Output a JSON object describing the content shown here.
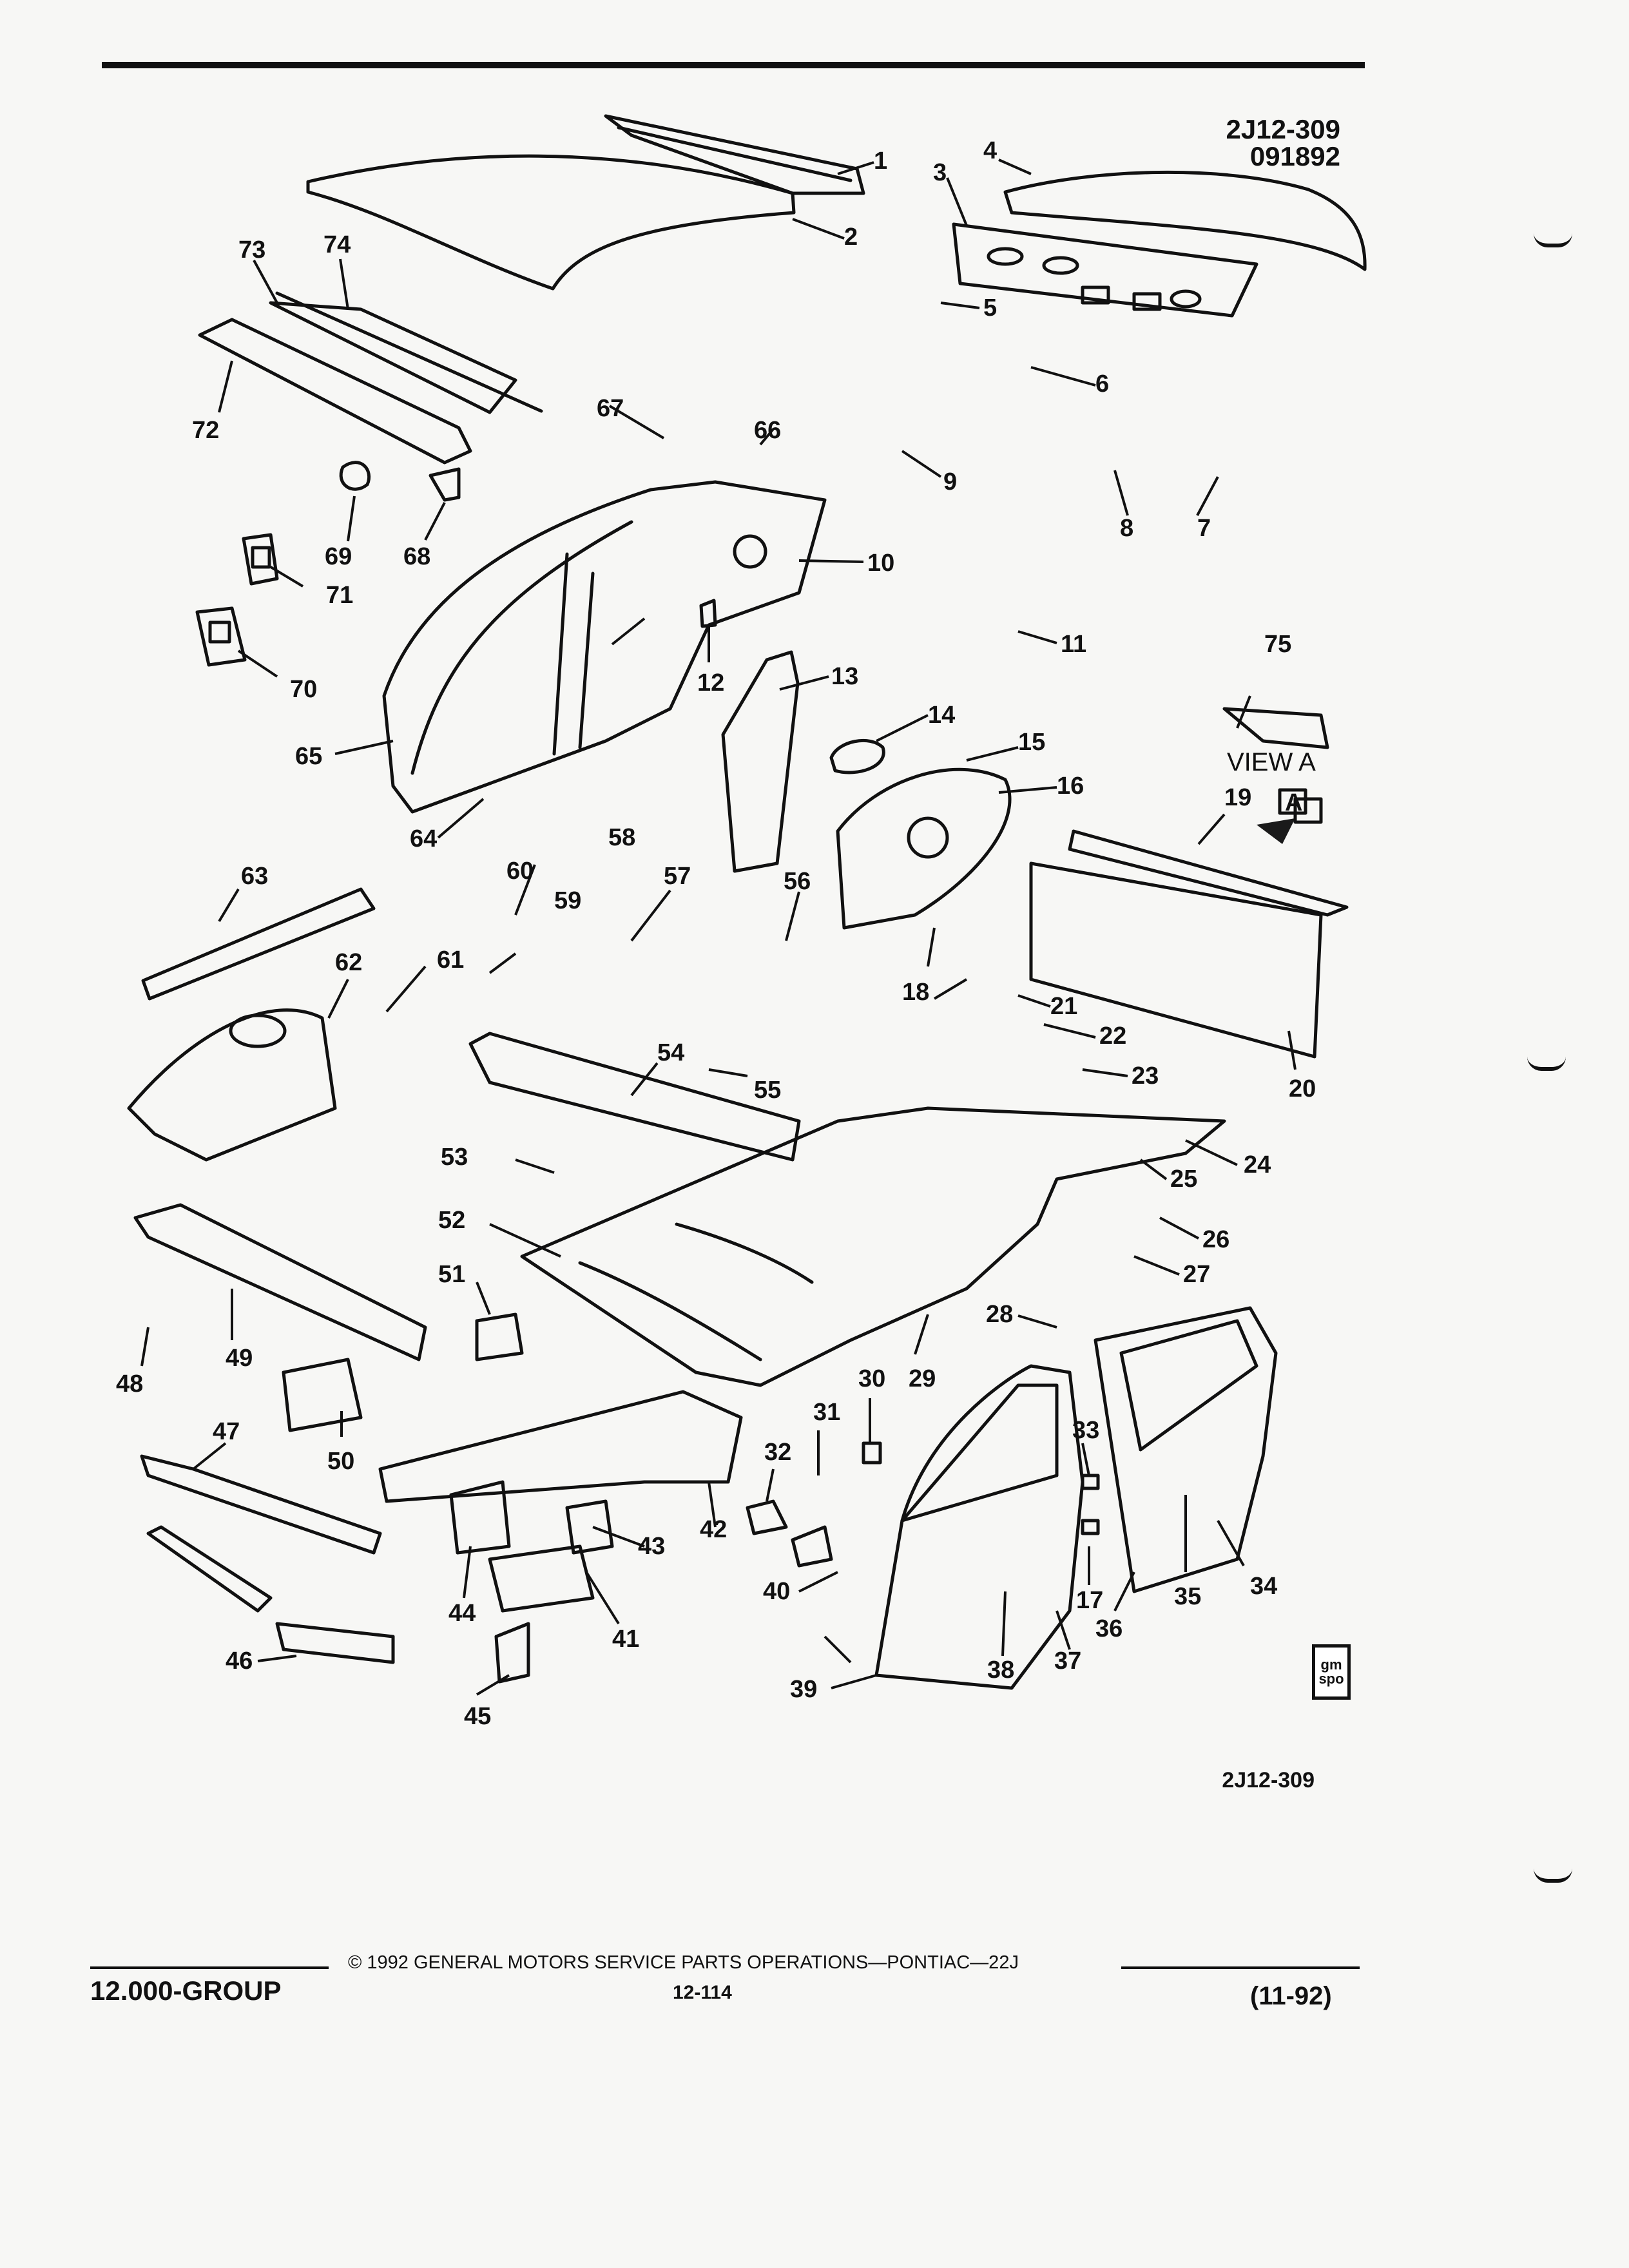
{
  "header": {
    "diagram_code": "2J12-309",
    "date_code": "091892"
  },
  "callouts": [
    "1",
    "2",
    "3",
    "4",
    "5",
    "6",
    "7",
    "8",
    "9",
    "10",
    "11",
    "12",
    "13",
    "14",
    "15",
    "16",
    "17",
    "18",
    "19",
    "20",
    "21",
    "22",
    "23",
    "24",
    "25",
    "26",
    "27",
    "28",
    "29",
    "30",
    "31",
    "32",
    "33",
    "34",
    "35",
    "36",
    "37",
    "38",
    "39",
    "40",
    "41",
    "42",
    "43",
    "44",
    "45",
    "46",
    "47",
    "48",
    "49",
    "50",
    "51",
    "52",
    "53",
    "54",
    "55",
    "56",
    "57",
    "58",
    "59",
    "60",
    "61",
    "62",
    "63",
    "64",
    "65",
    "66",
    "67",
    "68",
    "69",
    "70",
    "71",
    "72",
    "73",
    "74",
    "75"
  ],
  "view_label": "VIEW A",
  "view_marker": "A",
  "bottom_code": "2J12-309",
  "logo": {
    "line1": "gm",
    "line2": "spo"
  },
  "footer": {
    "group": "12.000-GROUP",
    "copyright": "© 1992 GENERAL MOTORS SERVICE PARTS OPERATIONS—PONTIAC—22J",
    "page_number": "12-114",
    "revision": "(11-92)"
  }
}
